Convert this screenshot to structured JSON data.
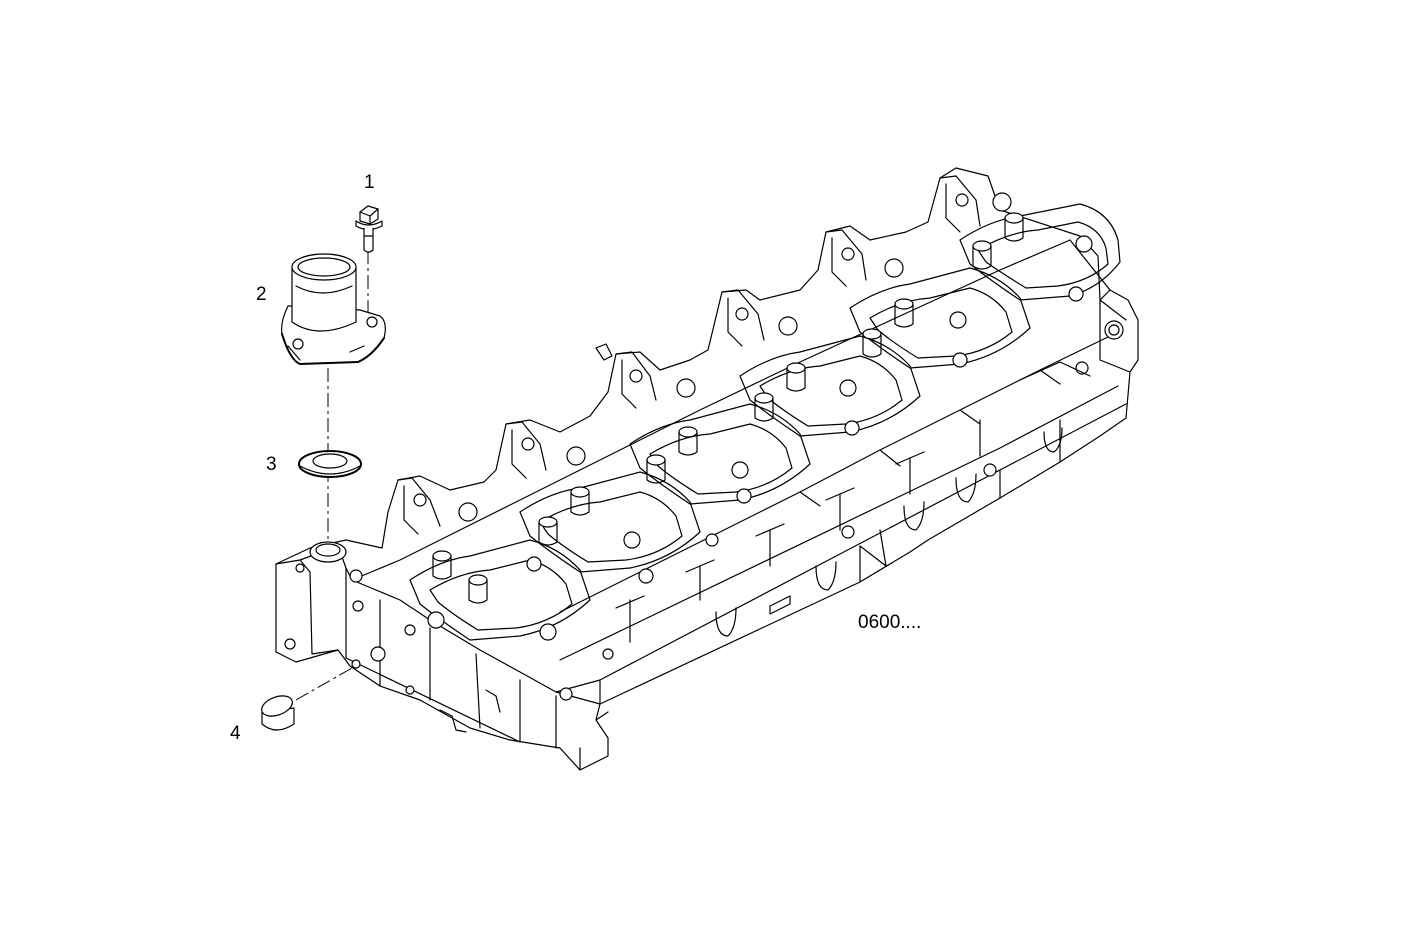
{
  "callouts": [
    {
      "id": "callout-1",
      "text": "1"
    },
    {
      "id": "callout-2",
      "text": "2"
    },
    {
      "id": "callout-3",
      "text": "3"
    },
    {
      "id": "callout-4",
      "text": "4"
    }
  ],
  "reference_code": "0600....",
  "colors": {
    "line": "#000000",
    "background": "#ffffff"
  }
}
